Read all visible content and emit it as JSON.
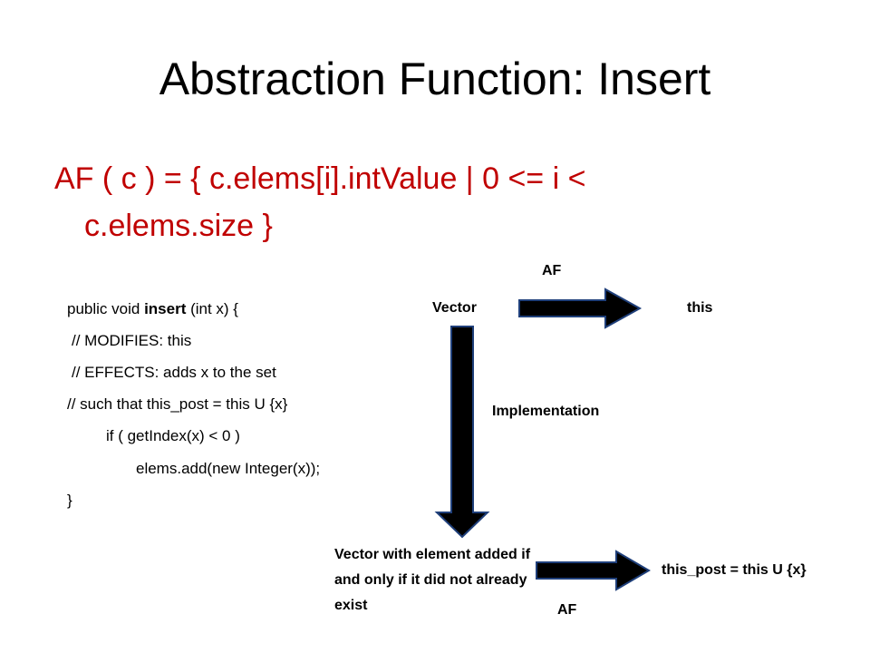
{
  "slide": {
    "title": "Abstraction Function: Insert",
    "af_definition": {
      "line1": "AF ( c ) = { c.elems[i].intValue | 0 <= i <",
      "line2": "c.elems.size   }"
    },
    "code": {
      "line1_pre": "public void ",
      "line1_bold": "insert",
      "line1_post": " (int x) {",
      "line2": "// MODIFIES: this",
      "line3": "// EFFECTS: adds x to the set",
      "line4": "//   such that this_post = this U {x}",
      "line5": "if ( getIndex(x) < 0 )",
      "line6": "elems.add(new Integer(x));",
      "line7": "}"
    },
    "diagram": {
      "top_arrow_label": "AF",
      "top_left": "Vector",
      "top_right": "this",
      "vertical_label": "Implementation",
      "bottom_left": "Vector with  element added if and only if it did not already exist",
      "bottom_right": "this_post = this U {x}",
      "bottom_arrow_label": "AF"
    },
    "colors": {
      "accent_red": "#c00000",
      "arrow_fill": "#000000",
      "arrow_stroke": "#1f3f7a"
    }
  }
}
